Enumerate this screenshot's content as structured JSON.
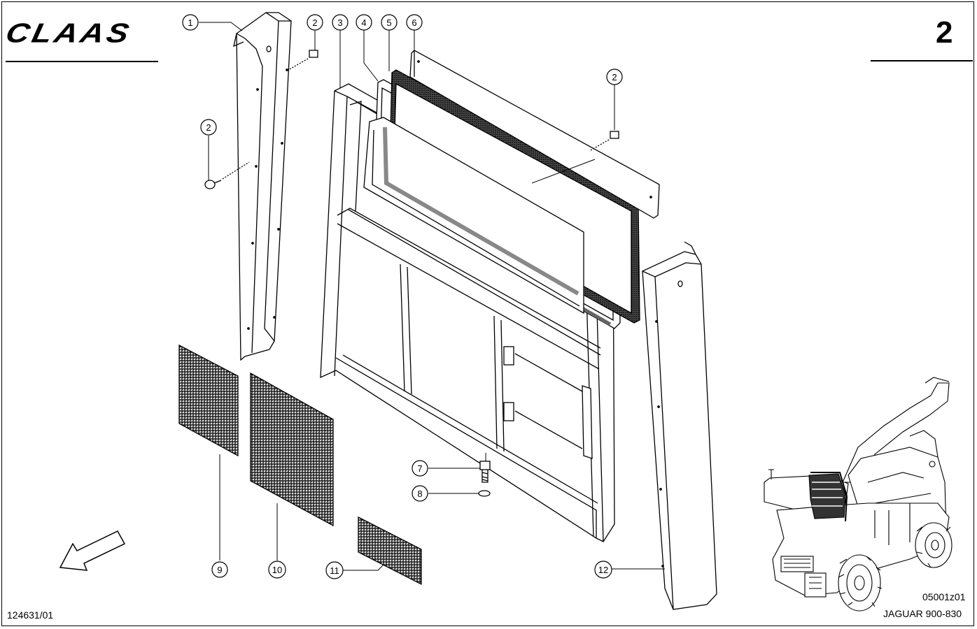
{
  "header": {
    "brand_logo": "CLAAS",
    "page_number": "2"
  },
  "footer": {
    "drawing_id": "05001z01",
    "model": "JAGUAR 900-830",
    "document_number": "124631/01"
  },
  "callouts": [
    "1",
    "2",
    "2",
    "2",
    "3",
    "4",
    "5",
    "6",
    "7",
    "8",
    "9",
    "10",
    "11",
    "12"
  ],
  "icons": {
    "direction_arrow": "arrow-southwest-icon",
    "thumbnail": "forage-harvester-thumbnail"
  },
  "colors": {
    "line": "#000000",
    "background": "#ffffff"
  }
}
